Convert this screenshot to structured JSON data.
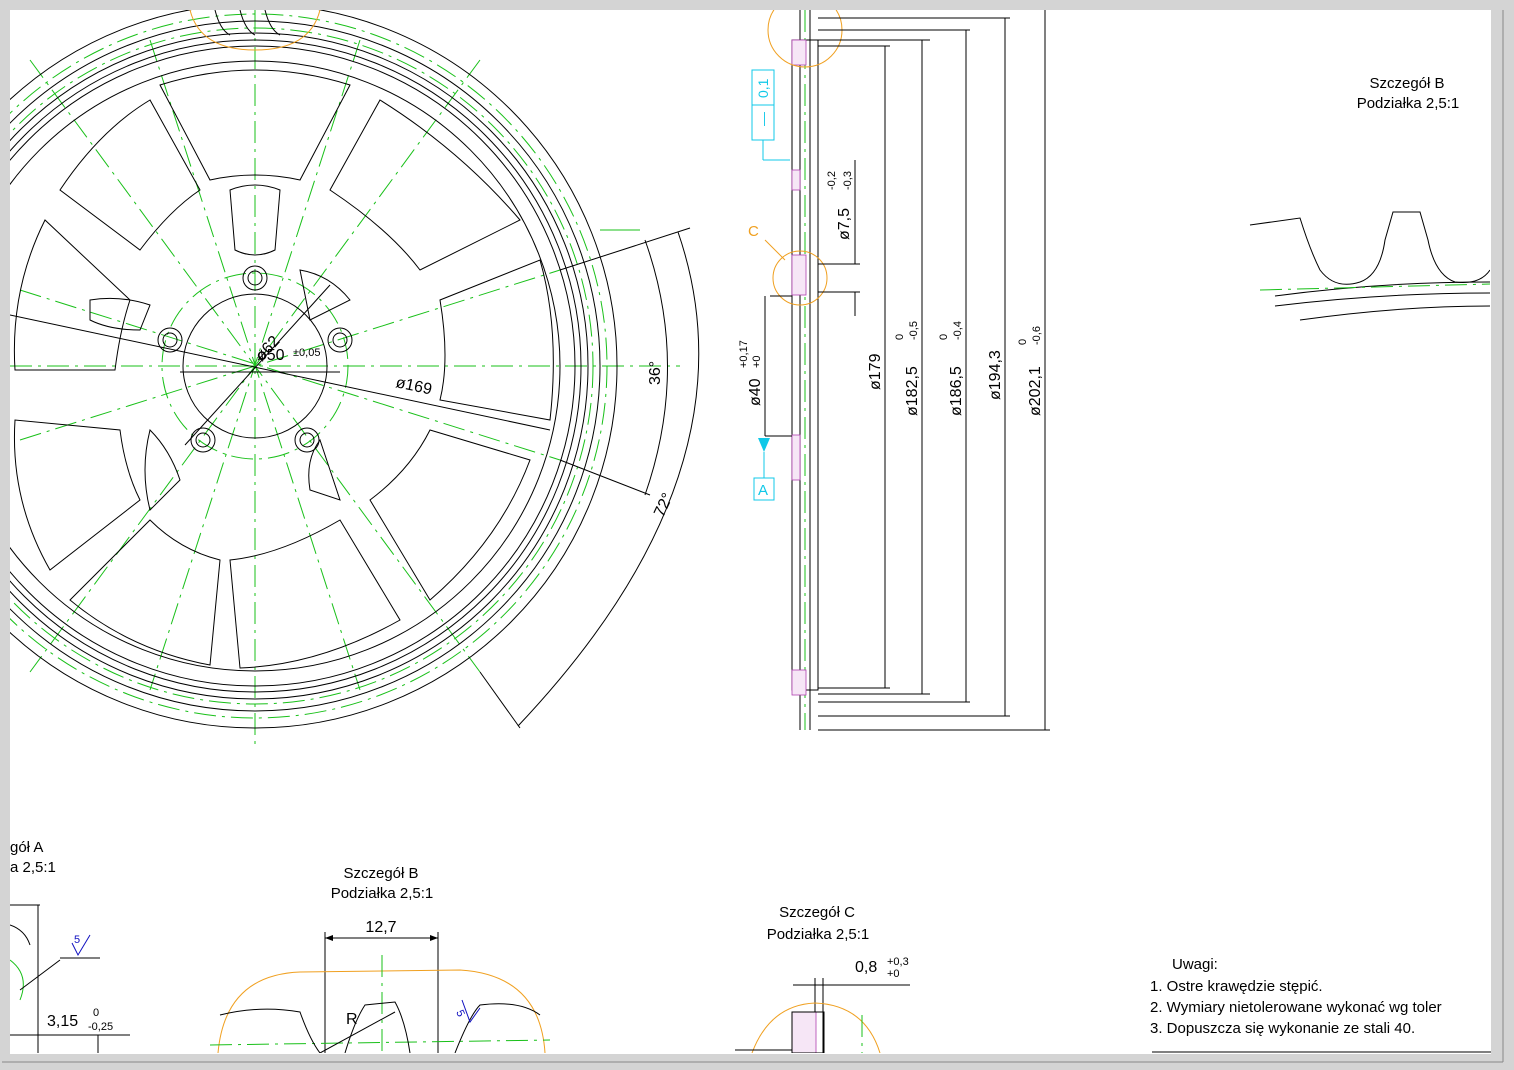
{
  "colors": {
    "paper": "#ffffff",
    "outline": "#000000",
    "centerline": "#19c019",
    "detail_circle": "#f0a020",
    "datum": "#10c8e8",
    "hatch": "#b040b0",
    "roughness": "#1010c0"
  },
  "front_view": {
    "dims": {
      "d62": "ø62",
      "d50": "ø50",
      "d50_tol": "±0,05",
      "d169": "ø169",
      "ang36": "36°",
      "ang72": "72°"
    }
  },
  "section_view": {
    "geometric_tol": {
      "symbol": "—",
      "value": "0,1"
    },
    "detail_c_label": "C",
    "datum_label": "A",
    "dims": {
      "d7_5": "ø7,5",
      "d7_5_upper": "-0,2",
      "d7_5_lower": "-0,3",
      "d40": "ø40",
      "d40_upper": "+0,17",
      "d40_lower": "+0",
      "d179": "ø179",
      "d182_5": "ø182,5",
      "d182_5_upper": "0",
      "d182_5_lower": "-0,5",
      "d186_5": "ø186,5",
      "d186_5_upper": "0",
      "d186_5_lower": "-0,4",
      "d194_3": "ø194,3",
      "d202_1": "ø202,1",
      "d202_1_upper": "0",
      "d202_1_lower": "-0,6"
    }
  },
  "detail_b_top": {
    "title": "Szczegół B",
    "scale": "Podziałka 2,5:1"
  },
  "detail_a": {
    "title": "gół A",
    "scale": "a 2,5:1",
    "roughness": "5",
    "dim_value": "3,15",
    "dim_upper": "0",
    "dim_lower": "-0,25"
  },
  "detail_b": {
    "title": "Szczegół B",
    "scale": "Podziałka 2,5:1",
    "width_dim": "12,7",
    "radius": "R",
    "roughness": "5"
  },
  "detail_c": {
    "title": "Szczegół C",
    "scale": "Podziałka 2,5:1",
    "dim_value": "0,8",
    "dim_upper": "+0,3",
    "dim_lower": "+0"
  },
  "notes": {
    "title": "Uwagi:",
    "items": [
      "1. Ostre krawędzie stępić.",
      "2. Wymiary nietolerowane wykonać wg toler",
      "3. Dopuszcza się wykonanie ze stali 40."
    ]
  }
}
